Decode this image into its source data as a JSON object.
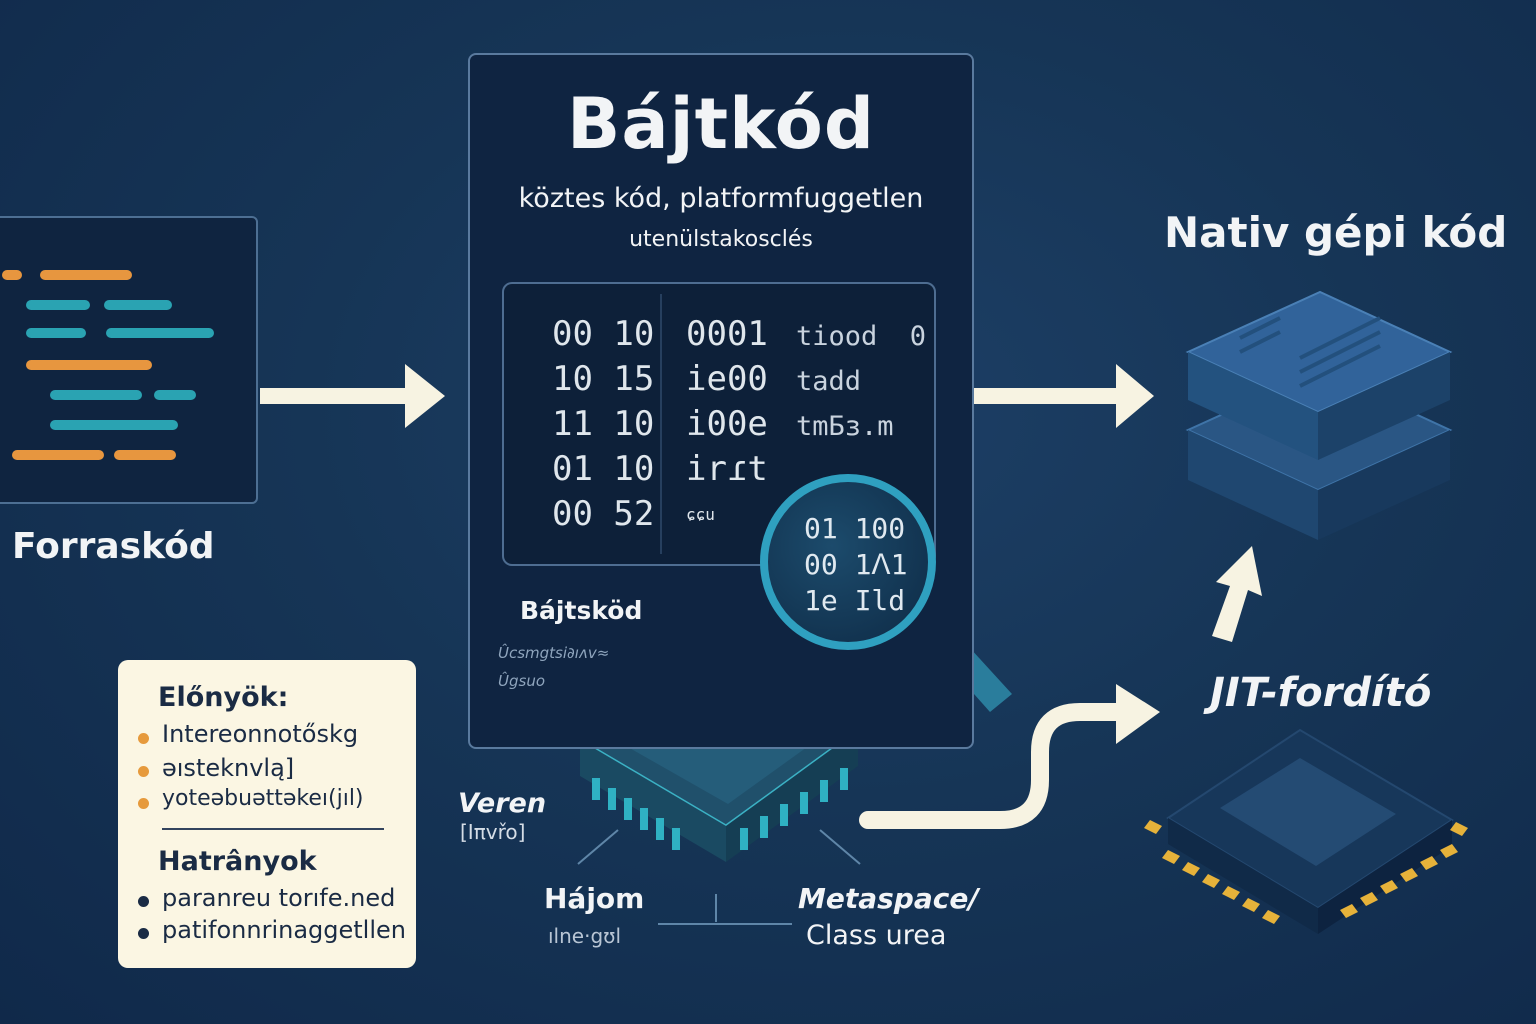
{
  "source": {
    "label": "Forraskód",
    "line_colors": {
      "orange": "#e7963f",
      "teal": "#2aa3b2"
    }
  },
  "bytecode": {
    "title": "Bájtkód",
    "subtitle": "köztes kód, platformfuggetlen",
    "subtitle2": "utenülstakosclés",
    "code_col1": [
      "00 10",
      "10 15",
      "11 10",
      "01 10",
      "00 52"
    ],
    "code_col2": [
      "0001",
      "ie00",
      "i00e",
      "irɾt",
      "ɕɕu"
    ],
    "code_col3": [
      "tiood  0",
      "tadd",
      "tmБз.m",
      "",
      ""
    ],
    "magnifier": [
      "01 100",
      "00 1ᐱ1",
      "1e Ild"
    ],
    "small_label": "Bájtsköd",
    "scribble1": "Ûcsmgtsi∂ıʌv≈",
    "scribble2": "Ûgsuo"
  },
  "native": {
    "label": "Nativ gépi kód"
  },
  "jit": {
    "label": "JIT-fordító"
  },
  "jvm": {
    "veren": "Veren",
    "veren_sub": "[Iπvřo]",
    "heap": "Hájom",
    "heap_sub": "ılne·gʊl",
    "meta": "Metaspace/",
    "class_area": "Class urea"
  },
  "pros_cons": {
    "pros_title": "Előnyök:",
    "pros": [
      "Intereonnotőskg",
      "əısteknvlą]",
      "yoteəbuəttəkeı(jıl)"
    ],
    "cons_title": "Hatrânyok",
    "cons": [
      "paranreu torıfe.ned",
      "patifonnrinaggetllen"
    ],
    "pros_bullet_color": "#e69a3c",
    "cons_bullet_color": "#1a2b44"
  },
  "colors": {
    "arrow": "#f7f3e2",
    "chip_teal": "#2f8f9f",
    "chip_pin_gold": "#e6b23a",
    "stack_blue": "#2e5c8a"
  }
}
